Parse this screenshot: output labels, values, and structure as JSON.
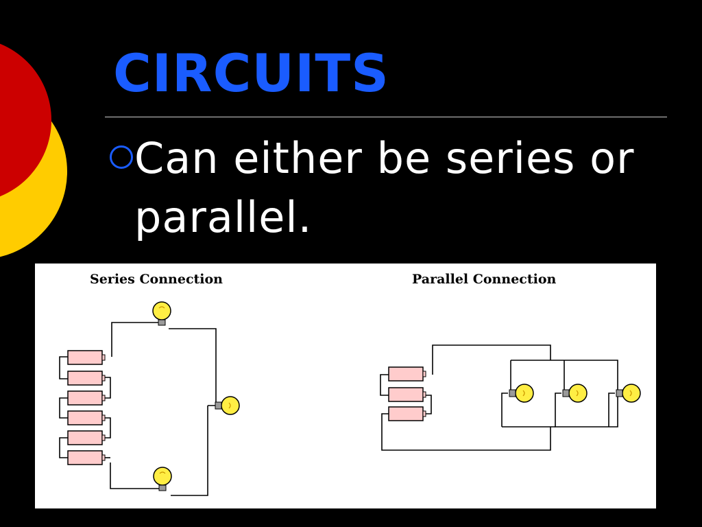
{
  "slide": {
    "title": "Circuits",
    "bullet": "Can either be series or parallel.",
    "colors": {
      "title": "#1a5cff",
      "text": "#ffffff",
      "background": "#000000",
      "deco_red": "#cc0000",
      "deco_yellow": "#ffcc00"
    }
  },
  "diagram": {
    "series_heading": "Series Connection",
    "parallel_heading": "Parallel Connection",
    "series": {
      "battery_cells": 6,
      "bulbs": 3
    },
    "parallel": {
      "battery_cells": 3,
      "bulbs": 3
    },
    "icons": {
      "battery": "battery-cell-icon",
      "bulb": "light-bulb-icon"
    }
  }
}
